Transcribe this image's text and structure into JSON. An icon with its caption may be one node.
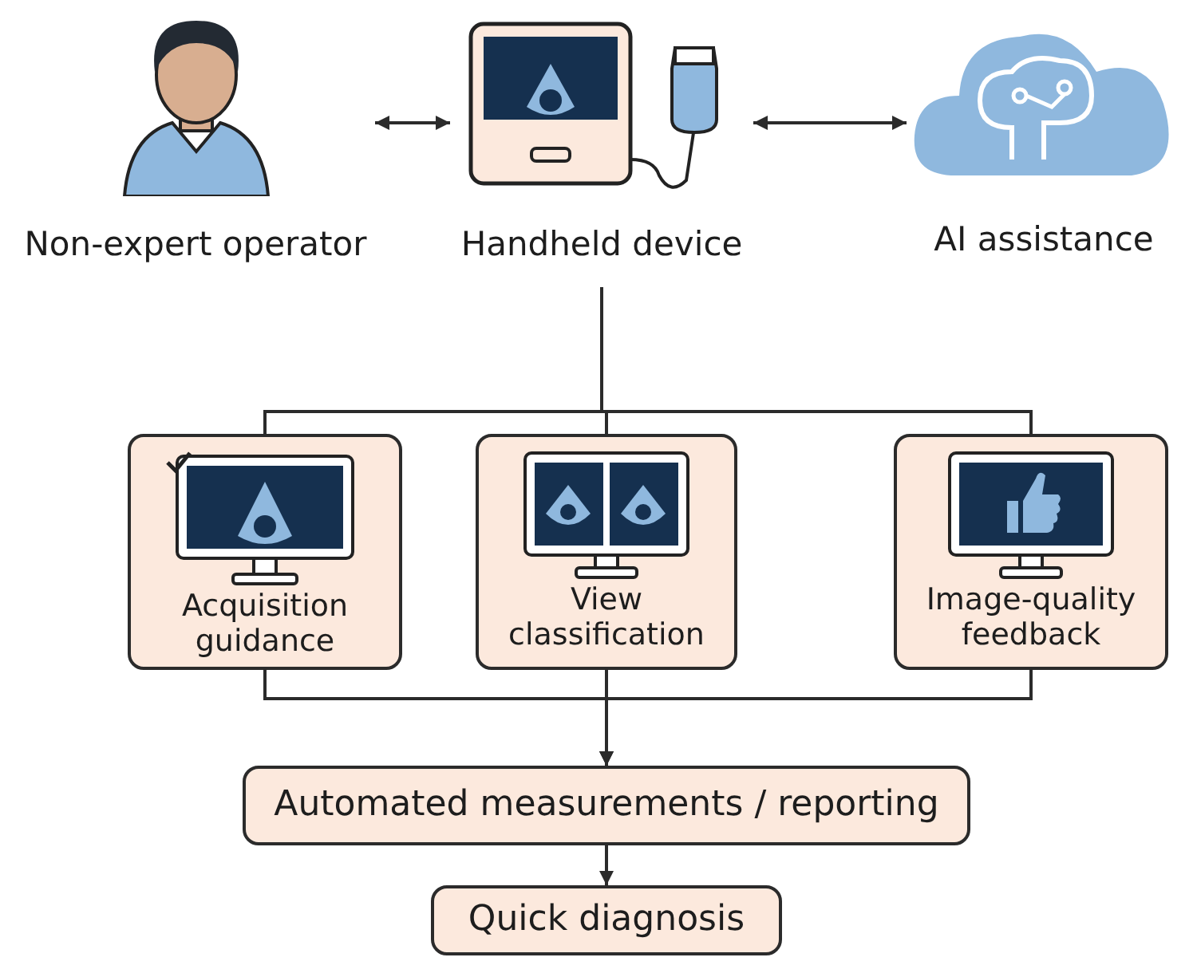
{
  "diagram": {
    "nodes": [
      {
        "text": [
          "Non-expert operator"
        ]
      },
      {
        "text": [
          "Handheld device"
        ]
      },
      {
        "text": [
          "AI assistance"
        ]
      },
      {
        "text": [
          "Acquisition guidance"
        ]
      },
      {
        "text": [
          "View classification"
        ]
      },
      {
        "text": [
          "Image-quality feedback"
        ]
      },
      {
        "text": [
          "Automated measurements / reporting"
        ]
      },
      {
        "text": [
          "Quick diagnosis"
        ]
      }
    ],
    "edges": [
      {
        "from": 0,
        "to": 1,
        "arrow": "both"
      },
      {
        "from": 1,
        "to": 2,
        "arrow": "both"
      },
      {
        "from": 1,
        "to": 3,
        "arrow": "none"
      },
      {
        "from": 1,
        "to": 4,
        "arrow": "none"
      },
      {
        "from": 1,
        "to": 5,
        "arrow": "none"
      },
      {
        "from": 3,
        "to": 6,
        "arrow": "to"
      },
      {
        "from": 4,
        "to": 6,
        "arrow": "to"
      },
      {
        "from": 5,
        "to": 6,
        "arrow": "to"
      },
      {
        "from": 6,
        "to": 7,
        "arrow": "to"
      }
    ]
  }
}
